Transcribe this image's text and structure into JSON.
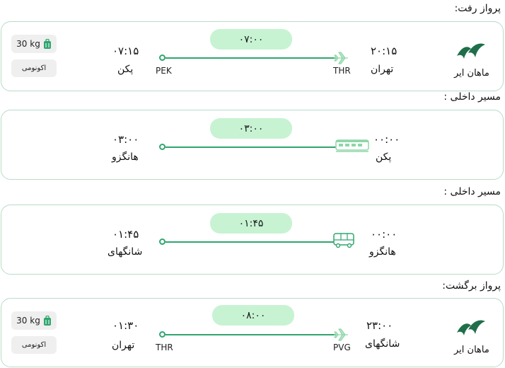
{
  "outbound": {
    "title": "پرواز رفت:",
    "depart_time": "۲۰:۱۵",
    "depart_city": "تهران",
    "depart_code": "THR",
    "arrive_time": "۰۷:۱۵",
    "arrive_city": "پکن",
    "arrive_code": "PEK",
    "duration": "۰۷:۰۰",
    "airline": "ماهان ایر",
    "baggage": "30 kg",
    "cabin": "اکونومی"
  },
  "domestic1": {
    "title": "مسیر داخلی :",
    "depart_time": "۰۰:۰۰",
    "depart_city": "پکن",
    "arrive_time": "۰۳:۰۰",
    "arrive_city": "هانگزو",
    "duration": "۰۳:۰۰"
  },
  "domestic2": {
    "title": "مسیر داخلی :",
    "depart_time": "۰۰:۰۰",
    "depart_city": "هانگزو",
    "arrive_time": "۰۱:۴۵",
    "arrive_city": "شانگهای",
    "duration": "۰۱:۴۵"
  },
  "return": {
    "title": "پرواز برگشت:",
    "depart_time": "۲۳:۰۰",
    "depart_city": "شانگهای",
    "depart_code": "PVG",
    "arrive_time": "۰۱:۳۰",
    "arrive_city": "تهران",
    "arrive_code": "THR",
    "duration": "۰۸:۰۰",
    "airline": "ماهان ایر",
    "baggage": "30 kg",
    "cabin": "اکونومی"
  },
  "colors": {
    "accent": "#2fa66e",
    "pill": "#c7f3d3",
    "border": "#b9dcc8"
  },
  "icons": {
    "logo": "mahan-air-logo",
    "plane": "plane-icon",
    "train": "train-icon",
    "bus": "bus-icon",
    "luggage": "luggage-icon"
  }
}
